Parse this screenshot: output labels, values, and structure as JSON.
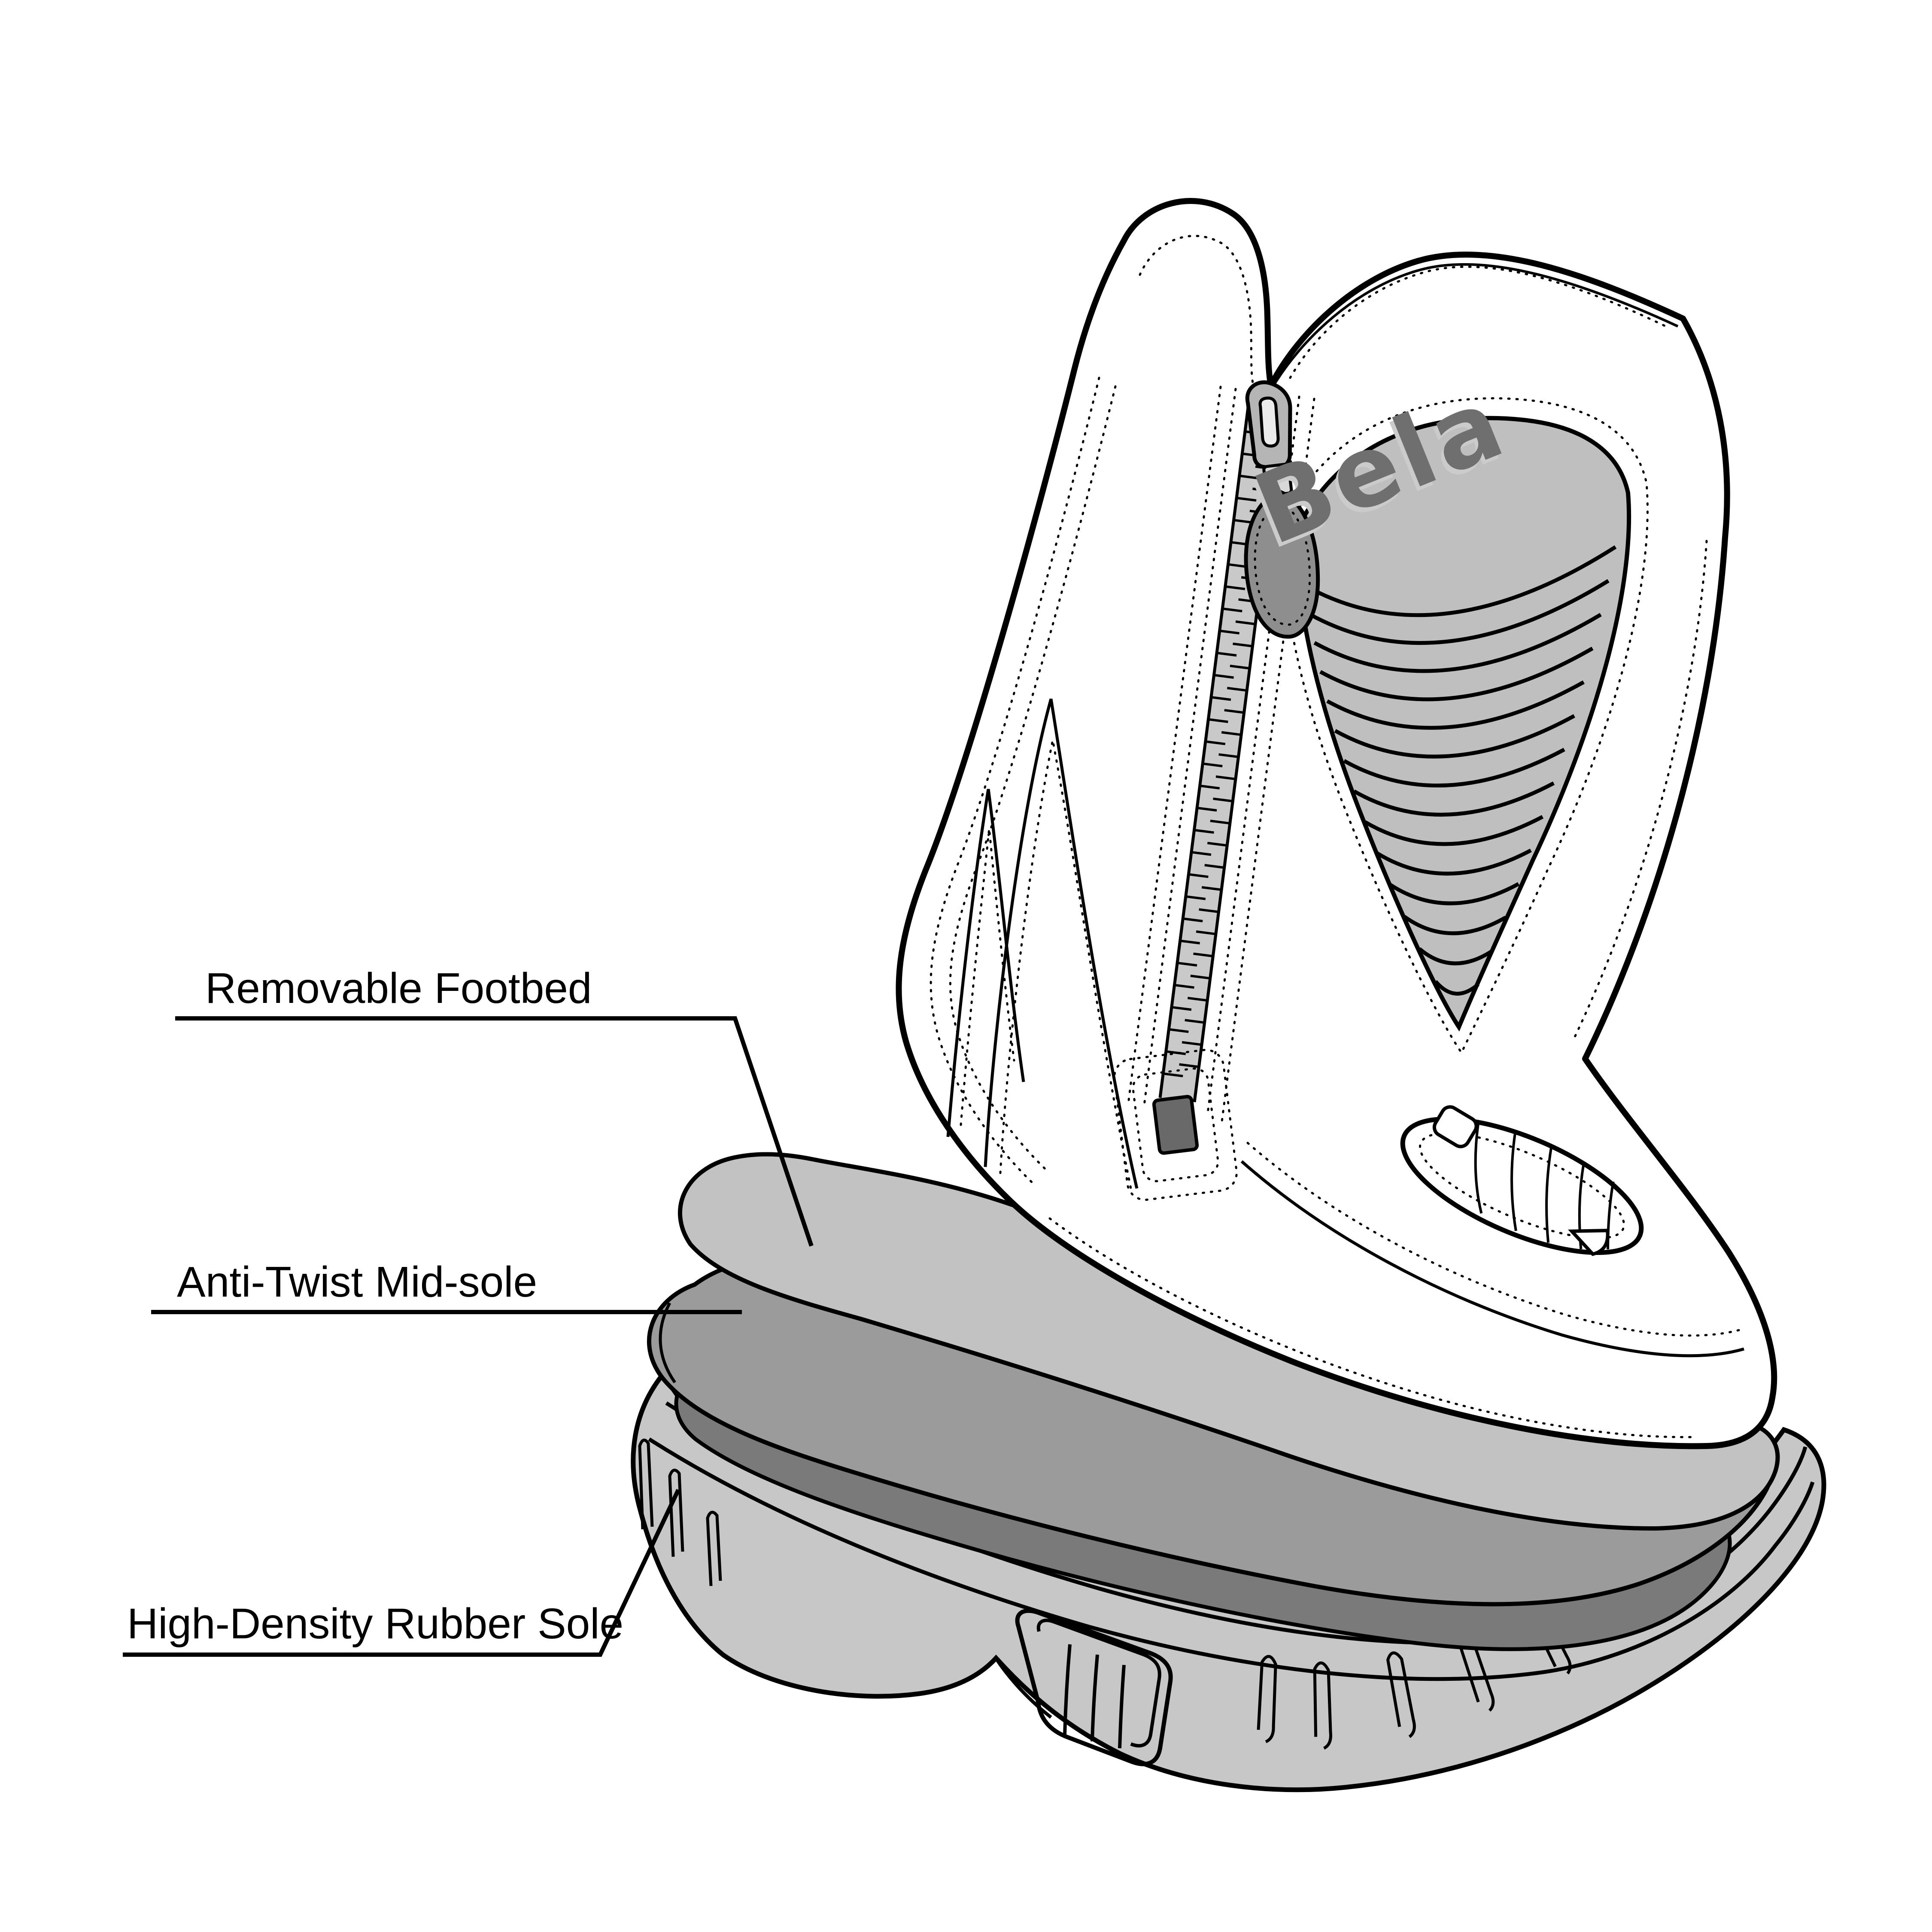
{
  "diagram": {
    "type": "exploded-product-illustration",
    "subject": "touring motorcycle boot with exploded sole layers"
  },
  "brand": {
    "logo_text": "Bela"
  },
  "labels": [
    {
      "id": "removable-footbed",
      "text": "Removable Footbed"
    },
    {
      "id": "anti-twist-midsole",
      "text": "Anti-Twist Mid-sole"
    },
    {
      "id": "high-density-rubber-sole",
      "text": "High-Density Rubber Sole"
    }
  ],
  "colors": {
    "outline": "#000000",
    "boot_fill": "#ffffff",
    "footbed": "#c2c2c2",
    "midsole": "#9b9b9b",
    "dark_mid": "#7a7a7a",
    "rubber_sole": "#c7c7c7",
    "flex_panel": "#bfbfbf",
    "zip_band": "#c9c9c9",
    "zip_pull": "#8e8e8e",
    "zip_slider": "#b5b5b5",
    "zip_slider_window": "#ececec",
    "zip_tab": "#d8d8d8",
    "zip_stop": "#696969",
    "logo": "#6f6f6f",
    "logo_shadow": "#cbcbcb",
    "label_text": "#000000"
  }
}
